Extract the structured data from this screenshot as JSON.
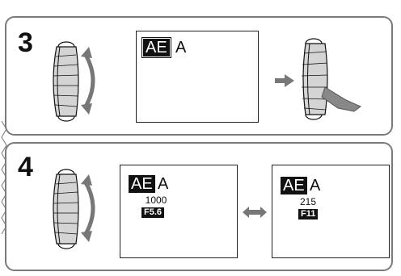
{
  "steps": [
    {
      "number": "3",
      "screen": {
        "mode_badge": "AE",
        "mode_letter": "A"
      }
    },
    {
      "number": "4",
      "screens": [
        {
          "mode_badge": "AE",
          "mode_letter": "A",
          "shutter": "1000",
          "aperture": "F5.6"
        },
        {
          "mode_badge": "AE",
          "mode_letter": "A",
          "shutter": "215",
          "aperture": "F11"
        }
      ]
    }
  ],
  "icons": {
    "dial": "jog-dial-icon",
    "rotate_arrow": "rotate-arrow-icon",
    "push_arrow": "push-arrow-icon",
    "press_hand": "pressing-finger-icon",
    "swap_arrow": "double-arrow-icon"
  }
}
